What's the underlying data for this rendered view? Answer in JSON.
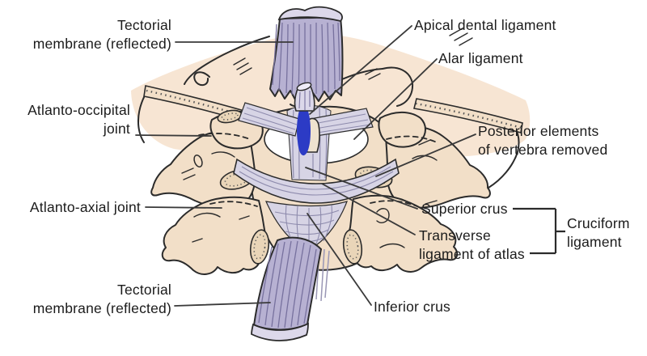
{
  "figure": {
    "type": "anatomical-diagram",
    "subject": "Cruciform ligament and craniocervical junction, posterior view"
  },
  "labels": {
    "tectorial_top": {
      "line1": "Tectorial",
      "line2": "membrane (reflected)"
    },
    "atlanto_occipital": {
      "line1": "Atlanto-occipital",
      "line2": "joint"
    },
    "atlanto_axial": {
      "line1": "Atlanto-axial joint"
    },
    "tectorial_bottom": {
      "line1": "Tectorial",
      "line2": "membrane (reflected)"
    },
    "apical_dental": {
      "line1": "Apical dental ligament"
    },
    "alar": {
      "line1": "Alar ligament"
    },
    "posterior_elements": {
      "line1": "Posterior elements",
      "line2": "of vertebra removed"
    },
    "superior_crus": {
      "line1": "Superior crus"
    },
    "transverse_ligament": {
      "line1": "Transverse",
      "line2": "ligament of atlas"
    },
    "cruciform_ligament": {
      "line1": "Cruciform",
      "line2": "ligament"
    },
    "inferior_crus": {
      "line1": "Inferior crus"
    }
  },
  "colors": {
    "membrane": "#b7b1d2",
    "membrane_light": "#dcd8ea",
    "membrane_stripe": "#77719e",
    "fiber_fill": "#d7d4e5",
    "fiber_stroke": "#8e8bad",
    "blue": "#2c3bc5",
    "bone": "#f2dfc8",
    "bone_shade": "#e9d5b8",
    "wash": "#f7e5d3",
    "ink": "#2b2b2b",
    "text": "#1b1b1b",
    "leader": "#3a3a3a"
  }
}
